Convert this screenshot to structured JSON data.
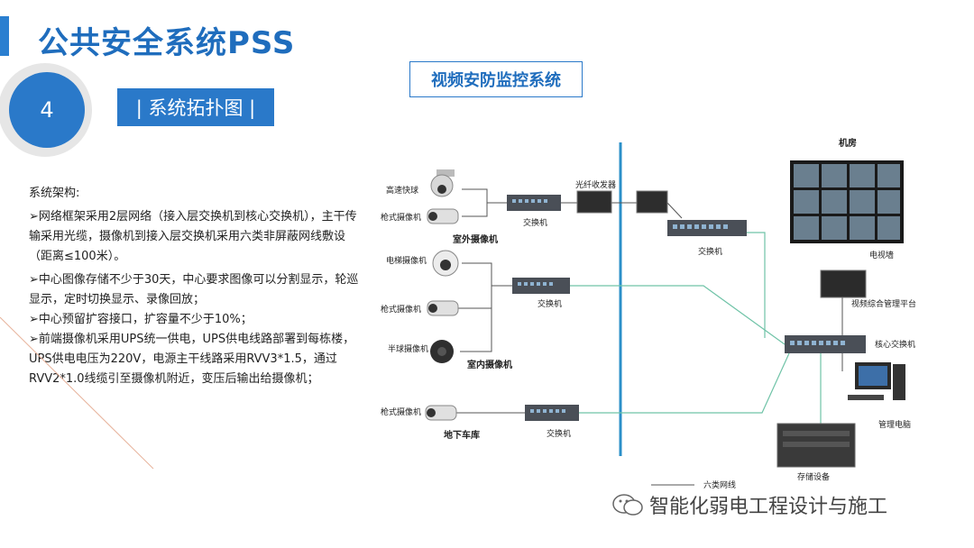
{
  "page_title": "公共安全系统PSS",
  "section_number": "4",
  "section_label": "| 系统拓扑图 |",
  "diagram_title": "视频安防监控系统",
  "description": {
    "heading": "系统架构:",
    "points": [
      "➢网络框架采用2层网络（接入层交换机到核心交换机），主干传输采用光缆，摄像机到接入层交换机采用六类非屏蔽网线敷设（距离≤100米）。",
      "➢中心图像存储不少于30天，中心要求图像可以分割显示，轮巡显示，定时切换显示、录像回放；",
      "➢中心预留扩容接口，扩容量不少于10%；",
      "➢前端摄像机采用UPS统一供电，UPS供电线路部署到每栋楼，UPS供电电压为220V，电源主干线路采用RVV3*1.5，通过RVV2*1.0线缆引至摄像机附近，变压后输出给摄像机；"
    ]
  },
  "diagram": {
    "room_label": "机房",
    "outdoor": {
      "cam1": "高速快球",
      "cam2": "枪式摄像机",
      "group": "室外摄像机",
      "switch": "交换机"
    },
    "fiber": "光纤收发器",
    "main_switch": "交换机",
    "tv_wall": "电视墙",
    "platform": "视频综合管理平台",
    "core_switch": "核心交换机",
    "management_pc": "管理电脑",
    "storage": "存储设备",
    "indoor": {
      "cam1": "电梯摄像机",
      "cam2": "枪式摄像机",
      "cam3": "半球摄像机",
      "group": "室内摄像机",
      "switch": "交换机"
    },
    "garage": {
      "cam1": "枪式摄像机",
      "group": "地下车库",
      "switch": "交换机"
    },
    "legend": "六类网线"
  },
  "watermark": "智能化弱电工程设计与施工",
  "colors": {
    "accent": "#2a79c9",
    "title": "#1f6dbd",
    "green_line": "#6fc3a7",
    "backbone": "#2a8fc8"
  }
}
